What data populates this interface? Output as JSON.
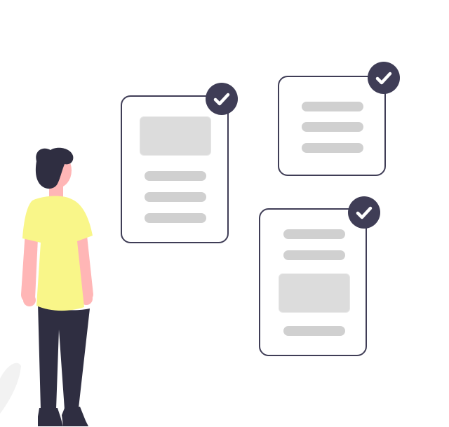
{
  "colors": {
    "outline": "#3f3d56",
    "placeholder_bar": "#d0d0d0",
    "placeholder_block": "#dcdcdc",
    "check_badge": "#3f3d56",
    "shirt": "#f9f689",
    "skin": "#ffb6b6",
    "hair": "#2f2e41",
    "pants": "#2f2e41",
    "shoes": "#2f2e41"
  },
  "icons": {
    "badge": "checkmark-icon"
  },
  "documents": [
    {
      "id": "doc-left",
      "checked": true
    },
    {
      "id": "doc-top-right",
      "checked": true
    },
    {
      "id": "doc-bottom-right",
      "checked": true
    }
  ]
}
